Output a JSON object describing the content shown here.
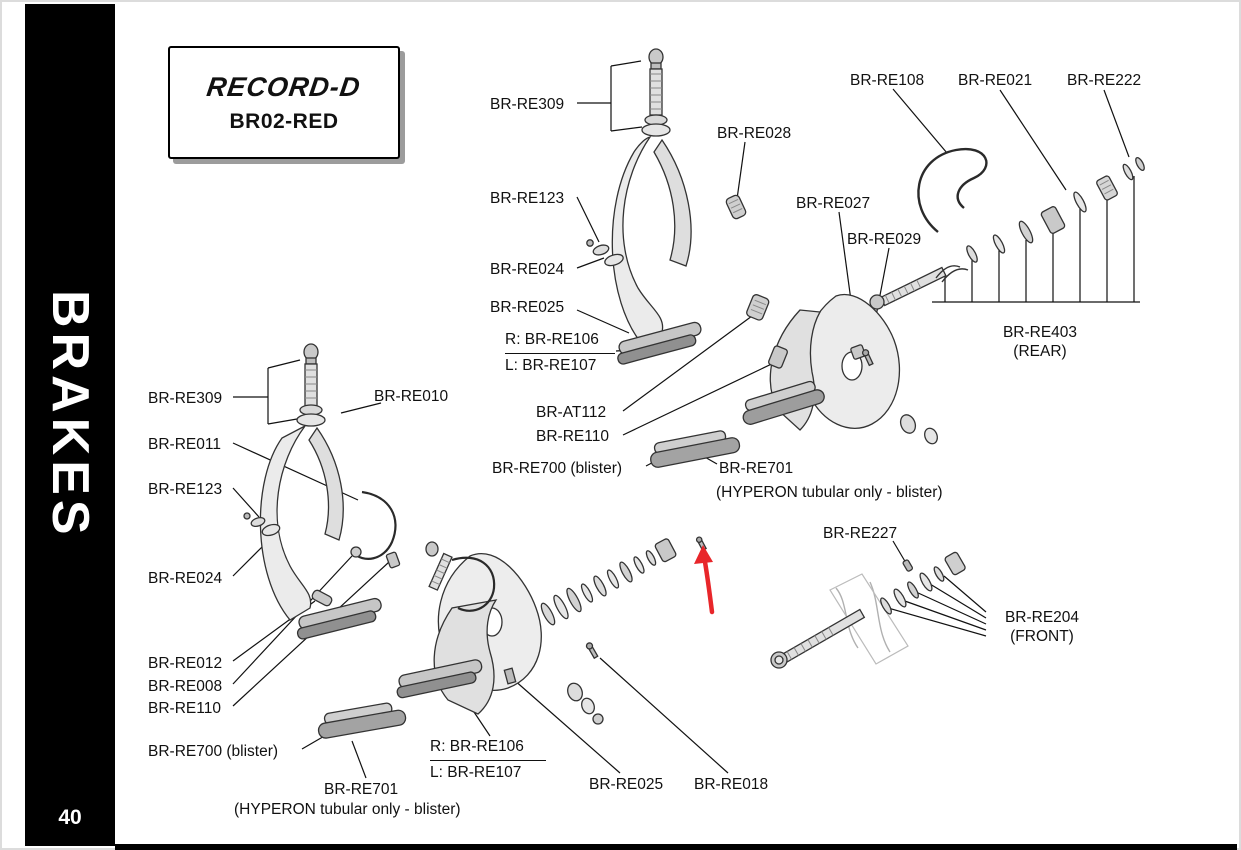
{
  "sidebar": {
    "title": "BRAKES",
    "page_number": "40"
  },
  "title_box": {
    "series": "RECORD-D",
    "model": "BR02-RED"
  },
  "annotation": {
    "shape": "red-arrow",
    "color": "#e8262a"
  },
  "labels": {
    "br_re309_top": "BR-RE309",
    "br_re028": "BR-RE028",
    "br_re108": "BR-RE108",
    "br_re021": "BR-RE021",
    "br_re222": "BR-RE222",
    "br_re123_top": "BR-RE123",
    "br_re027": "BR-RE027",
    "br_re029": "BR-RE029",
    "br_re024_top": "BR-RE024",
    "br_re025_top": "BR-RE025",
    "pad_r_top": "R: BR-RE106",
    "pad_l_top": "L: BR-RE107",
    "br_re403": "BR-RE403",
    "rear_caption": "(REAR)",
    "br_at112": "BR-AT112",
    "br_re110_top": "BR-RE110",
    "br_re700_top": "BR-RE700 (blister)",
    "br_re701_top": "BR-RE701",
    "hyperon_top": "(HYPERON tubular only - blister)",
    "br_re309_left": "BR-RE309",
    "br_re010": "BR-RE010",
    "br_re011": "BR-RE011",
    "br_re123_left": "BR-RE123",
    "br_re024_left": "BR-RE024",
    "br_re012": "BR-RE012",
    "br_re008": "BR-RE008",
    "br_re110_left": "BR-RE110",
    "br_re700_left": "BR-RE700 (blister)",
    "br_re701_bottom": "BR-RE701",
    "hyperon_bottom": "(HYPERON tubular only - blister)",
    "pad_r_bottom": "R: BR-RE106",
    "pad_l_bottom": "L: BR-RE107",
    "br_re025_bottom": "BR-RE025",
    "br_re018": "BR-RE018",
    "br_re227": "BR-RE227",
    "br_re204": "BR-RE204",
    "front_caption": "(FRONT)"
  }
}
